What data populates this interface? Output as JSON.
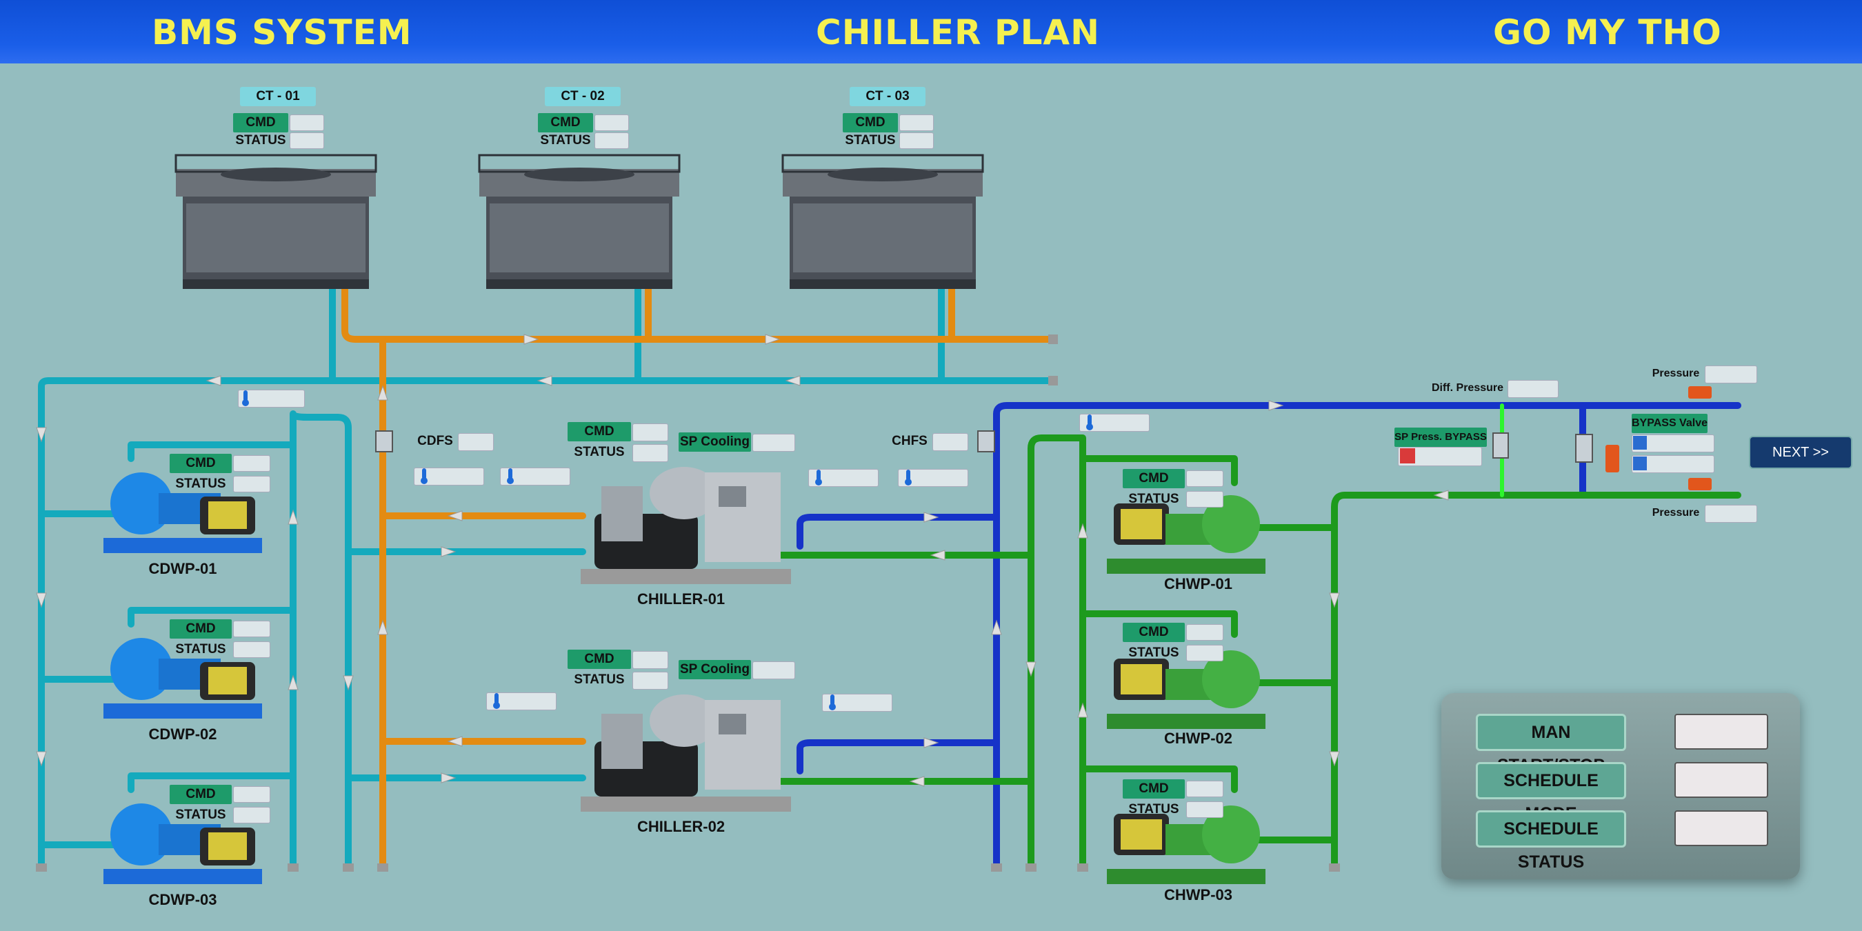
{
  "header": {
    "left": "BMS SYSTEM",
    "center": "CHILLER PLAN",
    "right": "GO MY THO"
  },
  "cooling_towers": [
    {
      "name": "CT - 01",
      "cmd": "CMD",
      "status": "STATUS"
    },
    {
      "name": "CT - 02",
      "cmd": "CMD",
      "status": "STATUS"
    },
    {
      "name": "CT - 03",
      "cmd": "CMD",
      "status": "STATUS"
    }
  ],
  "cdwp": [
    {
      "name": "CDWP-01",
      "cmd": "CMD",
      "status": "STATUS"
    },
    {
      "name": "CDWP-02",
      "cmd": "CMD",
      "status": "STATUS"
    },
    {
      "name": "CDWP-03",
      "cmd": "CMD",
      "status": "STATUS"
    }
  ],
  "chillers": [
    {
      "name": "CHILLER-01",
      "cmd": "CMD",
      "status": "STATUS",
      "sp": "SP Cooling"
    },
    {
      "name": "CHILLER-02",
      "cmd": "CMD",
      "status": "STATUS",
      "sp": "SP Cooling"
    }
  ],
  "chwp": [
    {
      "name": "CHWP-01",
      "cmd": "CMD",
      "status": "STATUS"
    },
    {
      "name": "CHWP-02",
      "cmd": "CMD",
      "status": "STATUS"
    },
    {
      "name": "CHWP-03",
      "cmd": "CMD",
      "status": "STATUS"
    }
  ],
  "flow_switches": {
    "cdfs": "CDFS",
    "chfs": "CHFS"
  },
  "bypass": {
    "diff_pressure": "Diff. Pressure",
    "sp_press": "SP Press. BYPASS",
    "valve": "BYPASS Valve",
    "pressure_top": "Pressure",
    "pressure_bottom": "Pressure"
  },
  "panel": {
    "man_start_stop": "MAN START/STOP",
    "schedule_mode": "SCHEDULE MODE",
    "schedule_status": "SCHEDULE STATUS"
  },
  "next_label": "NEXT >>",
  "colors": {
    "condenser_supply": "#e38b12",
    "condenser_return": "#14aabd",
    "chilled_supply": "#1633c8",
    "chilled_return": "#1d9a1d",
    "header_bg": "#1a5ee8",
    "title_color": "#f5f050"
  }
}
